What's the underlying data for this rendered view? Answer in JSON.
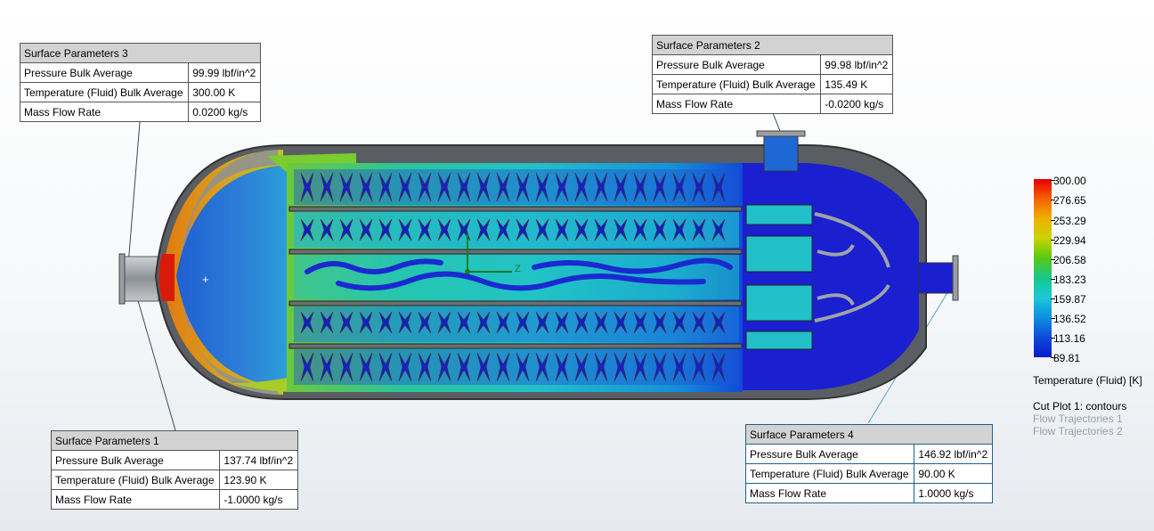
{
  "surface_params": [
    {
      "id": "sp3",
      "title": "Surface Parameters 3",
      "rows": [
        {
          "label": "Pressure Bulk Average",
          "value": "99.99 lbf/in^2"
        },
        {
          "label": "Temperature (Fluid) Bulk Average",
          "value": "300.00 K"
        },
        {
          "label": "Mass Flow Rate",
          "value": "0.0200 kg/s"
        }
      ]
    },
    {
      "id": "sp2",
      "title": "Surface Parameters 2",
      "rows": [
        {
          "label": "Pressure Bulk Average",
          "value": "99.98 lbf/in^2"
        },
        {
          "label": "Temperature (Fluid) Bulk Average",
          "value": "135.49 K"
        },
        {
          "label": "Mass Flow Rate",
          "value": "-0.0200 kg/s"
        }
      ]
    },
    {
      "id": "sp1",
      "title": "Surface Parameters 1",
      "rows": [
        {
          "label": "Pressure Bulk Average",
          "value": "137.74 lbf/in^2"
        },
        {
          "label": "Temperature (Fluid) Bulk Average",
          "value": "123.90 K"
        },
        {
          "label": "Mass Flow Rate",
          "value": "-1.0000 kg/s"
        }
      ]
    },
    {
      "id": "sp4",
      "title": "Surface Parameters 4",
      "rows": [
        {
          "label": "Pressure Bulk Average",
          "value": "146.92 lbf/in^2"
        },
        {
          "label": "Temperature (Fluid) Bulk Average",
          "value": "90.00 K"
        },
        {
          "label": "Mass Flow Rate",
          "value": "1.0000 kg/s"
        }
      ]
    }
  ],
  "legend": {
    "ticks": [
      "300.00",
      "276.65",
      "253.29",
      "229.94",
      "206.58",
      "183.23",
      "159.87",
      "136.52",
      "113.16",
      "89.81"
    ],
    "title": "Temperature (Fluid) [K]",
    "colors": [
      "#e50000",
      "#f56200",
      "#f0b000",
      "#c9d400",
      "#56c914",
      "#17c88a",
      "#1cc7d8",
      "#0f8fe0",
      "#0f4ad8",
      "#0a1bcc"
    ]
  },
  "plots": {
    "cut_plot": "Cut Plot 1: contours",
    "traj1": "Flow Trajectories 1",
    "traj2": "Flow Trajectories 2"
  },
  "axis": {
    "z_label": "Z"
  }
}
